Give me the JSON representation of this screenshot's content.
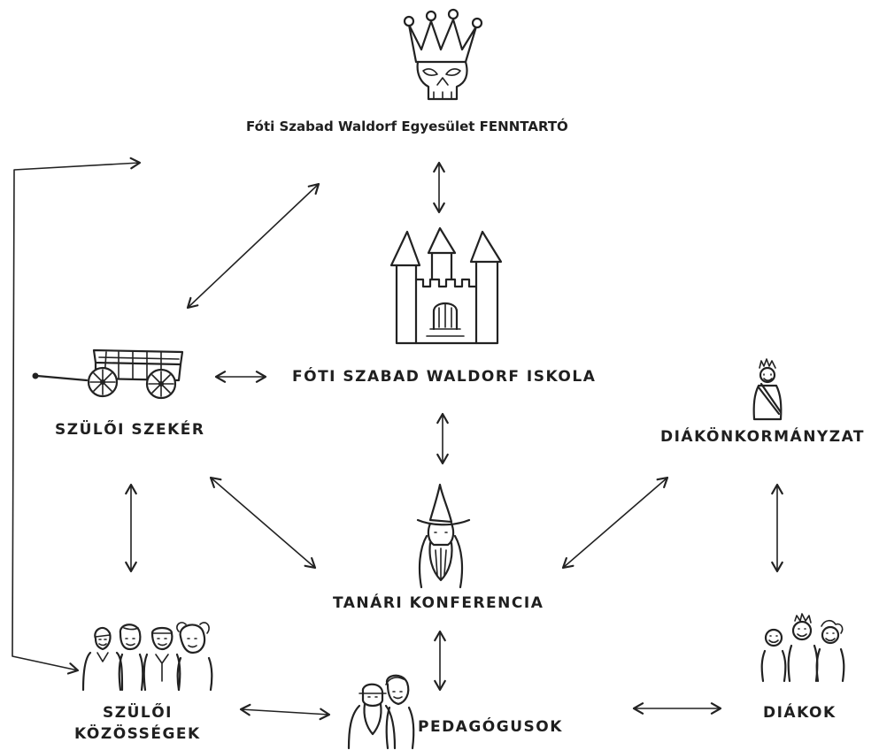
{
  "nodes": {
    "fenntarto": "Fóti Szabad Waldorf Egyesület FENNTARTÓ",
    "iskola": "FÓTI SZABAD WALDORF ISKOLA",
    "szuloi_szeker": "SZÜLŐI SZEKÉR",
    "diakonkormanyzat": "DIÁKÖNKORMÁNYZAT",
    "tanari_konferencia": "TANÁRI KONFERENCIA",
    "szuloi_kozossegek_line1": "SZÜLŐI",
    "szuloi_kozossegek_line2": "KÖZÖSSÉGEK",
    "pedagogusok": "PEDAGÓGUSOK",
    "diakok": "DIÁKOK"
  },
  "icons": {
    "fenntarto": "crowned-skull-icon",
    "iskola": "castle-icon",
    "szuloi_szeker": "wagon-icon",
    "diakonkormanyzat": "sash-person-icon",
    "tanari_konferencia": "wizard-icon",
    "szuloi_kozossegek": "people-group-icon",
    "pedagogusok": "teachers-icon",
    "diakok": "students-icon"
  },
  "edges": [
    {
      "from": "fenntarto",
      "to": "iskola",
      "direction": "both"
    },
    {
      "from": "fenntarto",
      "to": "szuloi_szeker",
      "direction": "both"
    },
    {
      "from": "szuloi_szeker",
      "to": "iskola",
      "direction": "both"
    },
    {
      "from": "iskola",
      "to": "tanari_konferencia",
      "direction": "both"
    },
    {
      "from": "szuloi_szeker",
      "to": "tanari_konferencia",
      "direction": "both"
    },
    {
      "from": "szuloi_szeker",
      "to": "szuloi_kozossegek",
      "direction": "both"
    },
    {
      "from": "diakonkormanyzat",
      "to": "tanari_konferencia",
      "direction": "both"
    },
    {
      "from": "diakonkormanyzat",
      "to": "diakok",
      "direction": "both"
    },
    {
      "from": "tanari_konferencia",
      "to": "pedagogusok",
      "direction": "both"
    },
    {
      "from": "szuloi_kozossegek",
      "to": "pedagogusok",
      "direction": "both"
    },
    {
      "from": "pedagogusok",
      "to": "diakok",
      "direction": "both"
    },
    {
      "from": "szuloi_kozossegek",
      "to": "fenntarto",
      "direction": "both"
    }
  ]
}
